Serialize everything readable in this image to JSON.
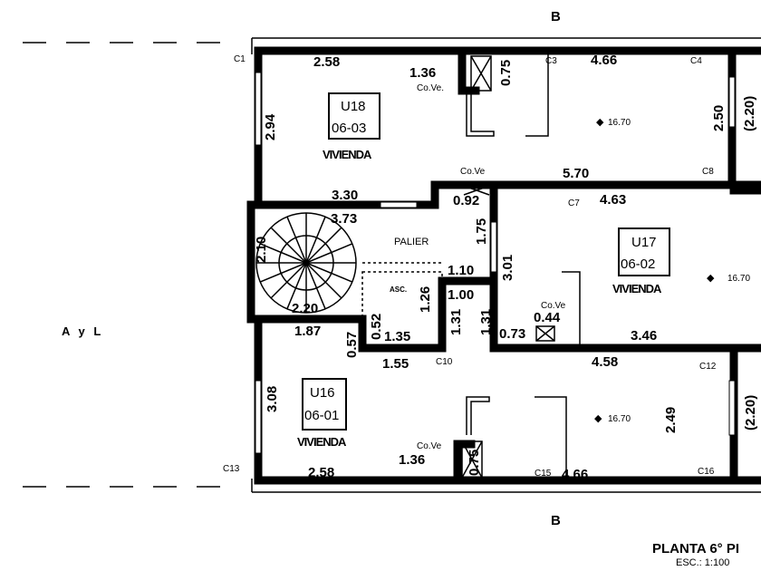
{
  "section_marks": {
    "top": "B",
    "bottom": "B",
    "left": "A y L"
  },
  "title": {
    "name": "PLANTA 6° PI",
    "scale": "ESC.: 1:100"
  },
  "units": [
    {
      "code": "U18",
      "number": "06-03",
      "type": "VIVIENDA"
    },
    {
      "code": "U17",
      "number": "06-02",
      "type": "VIVIENDA"
    },
    {
      "code": "U16",
      "number": "06-01",
      "type": "VIVIENDA"
    }
  ],
  "common": {
    "landing": "PALIER",
    "elevator": "ASC."
  },
  "levels": [
    "16.70",
    "16.70",
    "16.70"
  ],
  "vents": [
    "Co.Ve.",
    "Co.Ve",
    "Co.Ve",
    "Co.Ve"
  ],
  "columns": [
    "C1",
    "C3",
    "C4",
    "C7",
    "C8",
    "C10",
    "C12",
    "C13",
    "C15",
    "C16"
  ],
  "dimensions": {
    "u18": [
      "2.58",
      "1.36",
      "0.75",
      "4.66",
      "2.94",
      "3.30",
      "5.70",
      "2.50",
      "0.92",
      "(2.20)"
    ],
    "core": [
      "3.73",
      "2.10",
      "2.20",
      "1.87",
      "1.75",
      "3.01",
      "1.10",
      "1.00",
      "1.26",
      "1.31",
      "1.31",
      "0.52",
      "0.57",
      "1.35",
      "1.55"
    ],
    "u17": [
      "4.63",
      "0.44",
      "0.73",
      "3.46",
      "4.58"
    ],
    "u16": [
      "3.08",
      "2.58",
      "1.36",
      "0.75",
      "4.66",
      "2.49",
      "(2.20)"
    ]
  }
}
